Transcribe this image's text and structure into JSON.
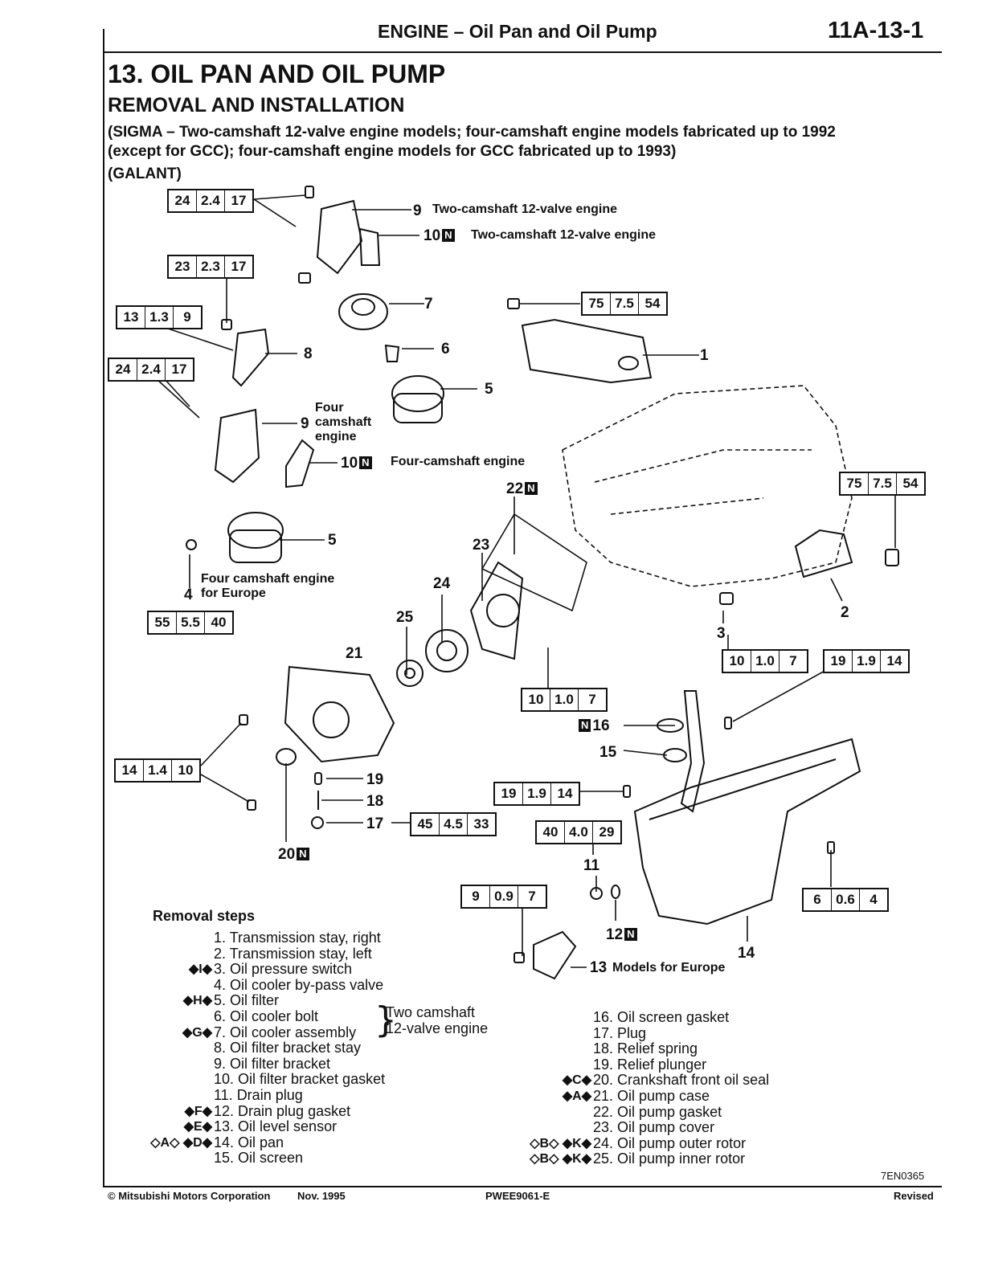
{
  "header": {
    "title": "ENGINE – Oil Pan and Oil Pump",
    "page": "11A-13-1"
  },
  "section": {
    "title": "13. OIL PAN AND OIL PUMP",
    "subtitle": "REMOVAL AND INSTALLATION",
    "applicability_1": "(SIGMA – Two-camshaft 12-valve engine models; four-camshaft engine models fabricated up to 1992",
    "applicability_2": "(except for GCC); four-camshaft engine models for GCC fabricated up to 1993)",
    "model": "(GALANT)"
  },
  "callouts": {
    "c9_two": "Two-camshaft 12-valve engine",
    "c10_two": "Two-camshaft 12-valve engine",
    "c9_four": "Four camshaft engine",
    "c9_four_l1": "Four",
    "c9_four_l2": "camshaft",
    "c9_four_l3": "engine",
    "c10_four": "Four-camshaft engine",
    "c4_eu_l1": "Four camshaft engine",
    "c4_eu_l2": "for Europe",
    "c13_eu": "Models for Europe",
    "n_badge": "N"
  },
  "torques": {
    "t1": [
      "24",
      "2.4",
      "17"
    ],
    "t2": [
      "23",
      "2.3",
      "17"
    ],
    "t3": [
      "13",
      "1.3",
      "9"
    ],
    "t4": [
      "24",
      "2.4",
      "17"
    ],
    "t5": [
      "75",
      "7.5",
      "54"
    ],
    "t6": [
      "75",
      "7.5",
      "54"
    ],
    "t7": [
      "55",
      "5.5",
      "40"
    ],
    "t8": [
      "10",
      "1.0",
      "7"
    ],
    "t9": [
      "19",
      "1.9",
      "14"
    ],
    "t10": [
      "10",
      "1.0",
      "7"
    ],
    "t11": [
      "14",
      "1.4",
      "10"
    ],
    "t12": [
      "19",
      "1.9",
      "14"
    ],
    "t13": [
      "45",
      "4.5",
      "33"
    ],
    "t14": [
      "40",
      "4.0",
      "29"
    ],
    "t15": [
      "9",
      "0.9",
      "7"
    ],
    "t16": [
      "6",
      "0.6",
      "4"
    ]
  },
  "removal": {
    "heading": "Removal steps",
    "brace_note_1": "Two camshaft",
    "brace_note_2": "12-valve engine",
    "left": [
      {
        "mark": "",
        "text": "1. Transmission stay, right"
      },
      {
        "mark": "",
        "text": "2. Transmission stay, left"
      },
      {
        "mark": "◆I◆",
        "text": "3. Oil pressure switch"
      },
      {
        "mark": "",
        "text": "4. Oil cooler by-pass valve"
      },
      {
        "mark": "◆H◆",
        "text": "5. Oil filter"
      },
      {
        "mark": "",
        "text": "6. Oil cooler bolt"
      },
      {
        "mark": "◆G◆",
        "text": "7. Oil cooler assembly"
      },
      {
        "mark": "",
        "text": "8. Oil filter bracket stay"
      },
      {
        "mark": "",
        "text": "9. Oil filter bracket"
      },
      {
        "mark": "",
        "text": "10. Oil filter bracket gasket"
      },
      {
        "mark": "",
        "text": "11. Drain plug"
      },
      {
        "mark": "◆F◆",
        "text": "12. Drain plug gasket"
      },
      {
        "mark": "◆E◆",
        "text": "13. Oil level sensor"
      },
      {
        "mark": "◇A◇ ◆D◆",
        "text": "14. Oil pan"
      },
      {
        "mark": "",
        "text": "15. Oil screen"
      }
    ],
    "right": [
      {
        "mark": "",
        "text": "16. Oil screen gasket"
      },
      {
        "mark": "",
        "text": "17. Plug"
      },
      {
        "mark": "",
        "text": "18. Relief spring"
      },
      {
        "mark": "",
        "text": "19. Relief plunger"
      },
      {
        "mark": "◆C◆",
        "text": "20. Crankshaft front oil seal"
      },
      {
        "mark": "◆A◆",
        "text": "21. Oil pump case"
      },
      {
        "mark": "",
        "text": "22. Oil pump gasket"
      },
      {
        "mark": "",
        "text": "23. Oil pump cover"
      },
      {
        "mark": "◇B◇ ◆K◆",
        "text": "24. Oil pump outer rotor"
      },
      {
        "mark": "◇B◇ ◆K◆",
        "text": "25. Oil pump inner rotor"
      }
    ]
  },
  "figure_code": "7EN0365",
  "footer": {
    "copyright": "© Mitsubishi Motors Corporation",
    "date": "Nov. 1995",
    "pub_no": "PWEE9061-E",
    "status": "Revised"
  }
}
